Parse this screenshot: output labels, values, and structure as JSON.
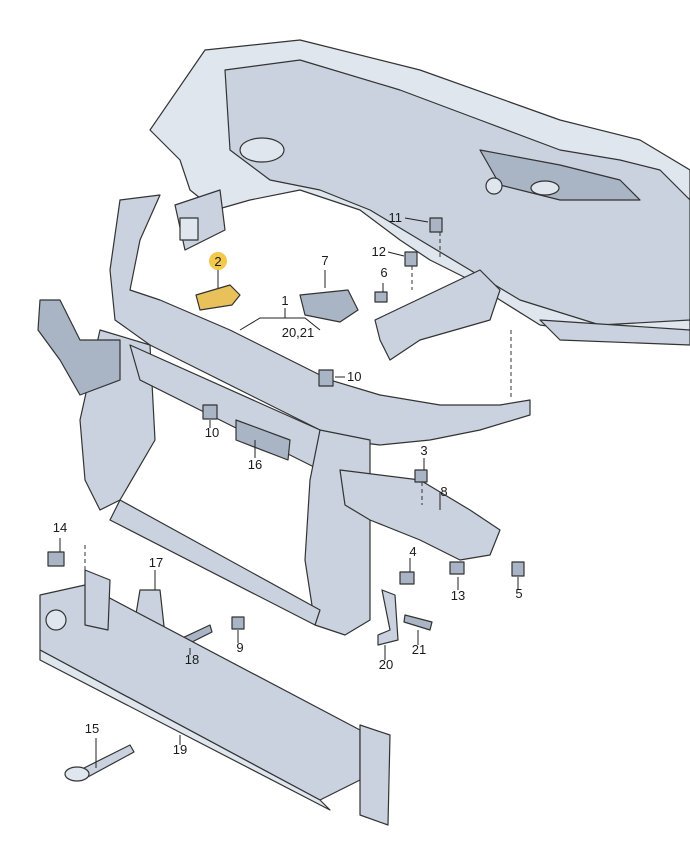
{
  "highlight_color": "#f2c94c",
  "callouts": [
    {
      "id": "c1",
      "text": "1"
    },
    {
      "id": "c2",
      "text": "2",
      "highlighted": true
    },
    {
      "id": "c3",
      "text": "3"
    },
    {
      "id": "c4",
      "text": "4"
    },
    {
      "id": "c5",
      "text": "5"
    },
    {
      "id": "c6",
      "text": "6"
    },
    {
      "id": "c7",
      "text": "7"
    },
    {
      "id": "c8",
      "text": "8"
    },
    {
      "id": "c9",
      "text": "9"
    },
    {
      "id": "c10a",
      "text": "10"
    },
    {
      "id": "c10b",
      "text": "10"
    },
    {
      "id": "c11",
      "text": "11"
    },
    {
      "id": "c12",
      "text": "12"
    },
    {
      "id": "c13",
      "text": "13"
    },
    {
      "id": "c14",
      "text": "14"
    },
    {
      "id": "c15",
      "text": "15"
    },
    {
      "id": "c16",
      "text": "16"
    },
    {
      "id": "c17",
      "text": "17"
    },
    {
      "id": "c18",
      "text": "18"
    },
    {
      "id": "c19",
      "text": "19"
    },
    {
      "id": "c20",
      "text": "20"
    },
    {
      "id": "c21",
      "text": "21"
    },
    {
      "id": "c2021",
      "text": "20,21"
    }
  ]
}
